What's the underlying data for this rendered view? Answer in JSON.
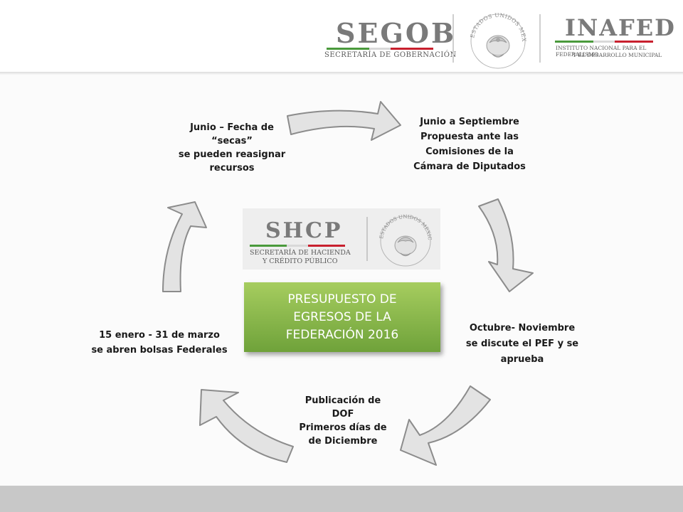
{
  "header": {
    "segob": {
      "name": "SEGOB",
      "subtitle": "SECRETARÍA DE GOBERNACIÓN"
    },
    "seal": {
      "ring_text": "ESTADOS UNIDOS MEXICANOS"
    },
    "inafed": {
      "name": "INAFED",
      "subtitle_line1": "INSTITUTO NACIONAL PARA EL FEDERALISMO",
      "subtitle_line2": "Y EL DESARROLLO MUNICIPAL"
    }
  },
  "center": {
    "shcp_logo": {
      "name": "SHCP",
      "subtitle_line1": "SECRETARÍA DE HACIENDA",
      "subtitle_line2": "Y CRÉDITO PÚBLICO",
      "seal_text": "ESTADOS UNIDOS MEXICANOS"
    },
    "title_lines": [
      "PRESUPUESTO DE",
      "EGRESOS DE LA",
      "FEDERACIÓN 2016"
    ]
  },
  "stages": {
    "top_left": [
      "Junio – Fecha de",
      "“secas”",
      "se pueden reasignar",
      "recursos"
    ],
    "top_right": [
      "Junio a Septiembre",
      "Propuesta ante las",
      "Comisiones de la",
      "Cámara de Diputados"
    ],
    "right": [
      "Octubre- Noviembre",
      "se discute el PEF y se",
      "aprueba"
    ],
    "bottom": [
      "Publicación de",
      "DOF",
      "Primeros días de",
      "de Diciembre"
    ],
    "left": [
      "15 enero - 31 de marzo",
      "se abren bolsas Federales"
    ]
  },
  "colors": {
    "green_box_top": "#a6cd5f",
    "green_box_bottom": "#6fa23a",
    "arrow_fill": "#e3e3e3",
    "arrow_stroke": "#8c8c8c",
    "footer": "#c8c8c8",
    "flag_green": "#4a9a3c",
    "flag_red": "#c8202e"
  }
}
